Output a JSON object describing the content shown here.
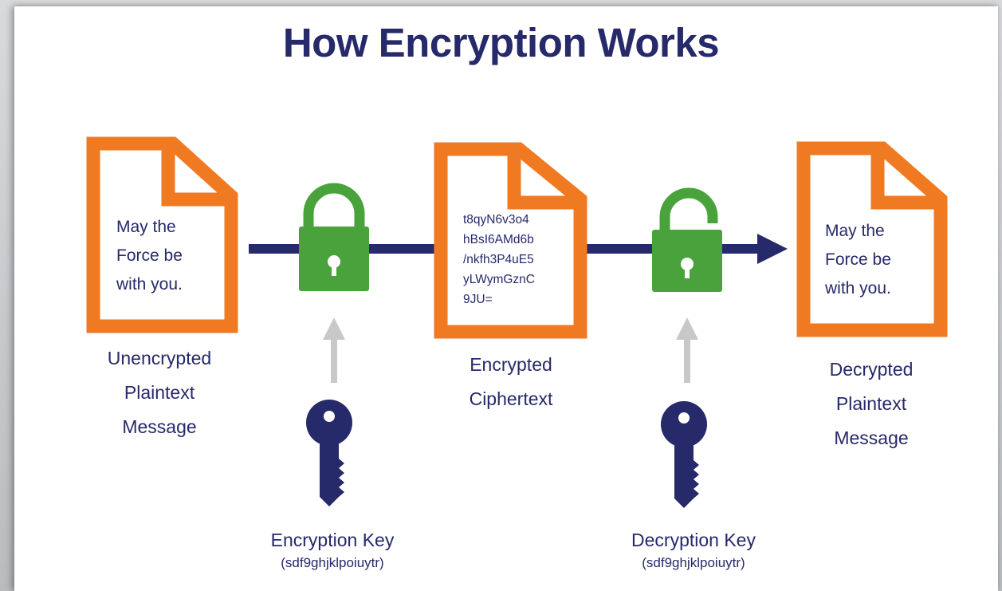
{
  "title": "How Encryption Works",
  "plaintext_document": {
    "lines": [
      "May the",
      "Force be",
      "with you."
    ]
  },
  "ciphertext_document": {
    "lines": [
      "t8qyN6v3o4",
      "hBsI6AMd6b",
      "/nkfh3P4uE5",
      "yLWymGznC",
      "9JU="
    ]
  },
  "decrypted_document": {
    "lines": [
      "May the",
      "Force be",
      "with you."
    ]
  },
  "captions": {
    "unencrypted": [
      "Unencrypted",
      "Plaintext",
      "Message"
    ],
    "encrypted": [
      "Encrypted",
      "Ciphertext"
    ],
    "decrypted": [
      "Decrypted",
      "Plaintext",
      "Message"
    ]
  },
  "keys": {
    "encryption": {
      "name": "Encryption Key",
      "value": "(sdf9ghjklpoiuytr)"
    },
    "decryption": {
      "name": "Decryption Key",
      "value": "(sdf9ghjklpoiuytr)"
    }
  },
  "icons": {
    "document": "document-icon",
    "closed_lock": "padlock-closed-icon",
    "open_lock": "padlock-open-icon",
    "key": "key-icon",
    "arrow": "arrow-right-icon"
  },
  "colors": {
    "navy": "#26296a",
    "orange": "#f07a22",
    "green": "#4aa23c",
    "gray_arrow": "#c6c8ca"
  }
}
